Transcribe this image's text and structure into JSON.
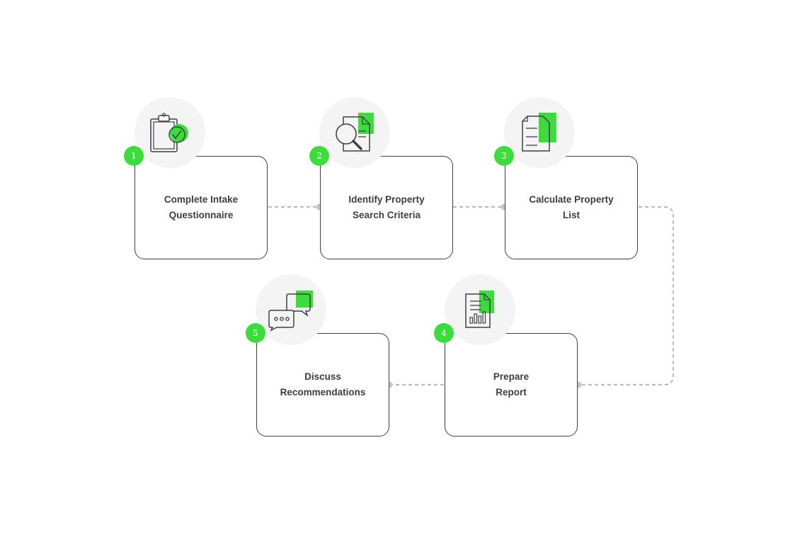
{
  "steps": [
    {
      "number": "1",
      "line1": "Complete Intake",
      "line2": "Questionnaire",
      "icon": "clipboard-check-icon"
    },
    {
      "number": "2",
      "line1": "Identify Property",
      "line2": "Search Criteria",
      "icon": "document-search-icon"
    },
    {
      "number": "3",
      "line1": "Calculate Property",
      "line2": "List",
      "icon": "document-list-icon"
    },
    {
      "number": "4",
      "line1": "Prepare",
      "line2": "Report",
      "icon": "report-chart-icon"
    },
    {
      "number": "5",
      "line1": "Discuss",
      "line2": "Recommendations",
      "icon": "chat-bubbles-icon"
    }
  ],
  "colors": {
    "accent": "#3ddc3d",
    "border": "#3f3f46",
    "connector": "#9a9a9a",
    "node": "#c6c6c6",
    "circle": "#f4f4f5"
  }
}
